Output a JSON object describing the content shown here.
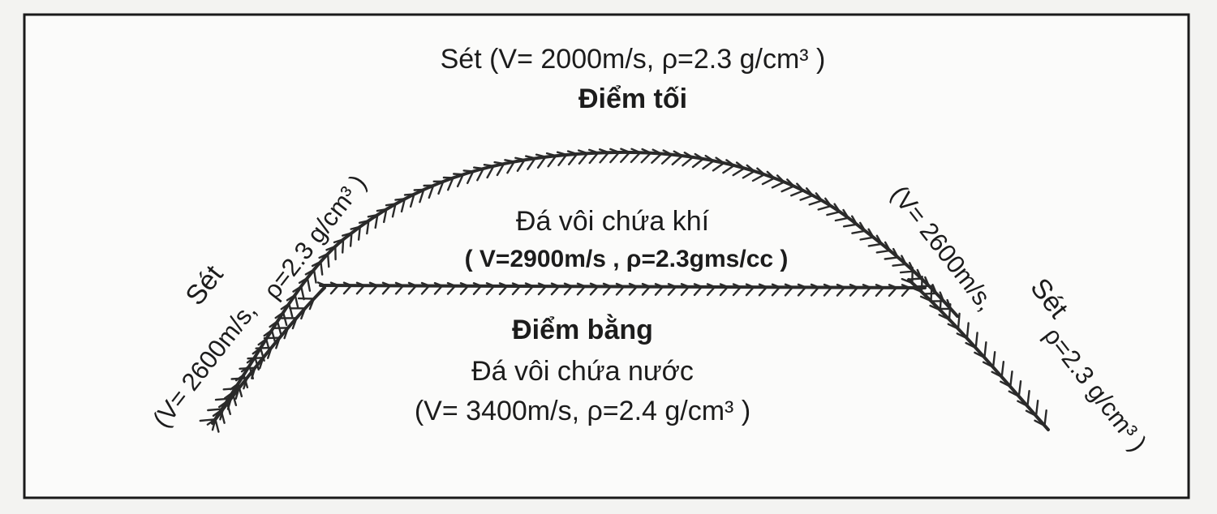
{
  "top_layer": {
    "label": "Sét (V= 2000m/s, ρ=2.3 g/cm³ )",
    "point": "Điểm tối"
  },
  "gas_limestone": {
    "name": "Đá vôi chứa khí",
    "props": "( V=2900m/s , ρ=2.3gms/cc )"
  },
  "water_limestone": {
    "point": "Điểm bằng",
    "name": "Đá vôi chứa nước",
    "props": "(V= 3400m/s, ρ=2.4 g/cm³ )"
  },
  "left_flank": {
    "name": "Sét",
    "props_line1": "ρ=2.3 g/cm³ )",
    "props_line2": "(V= 2600m/s,"
  },
  "right_flank": {
    "name": "Sét",
    "props_line1": "(V= 2600m/s,",
    "props_line2": "ρ=2.3 g/cm³ )"
  }
}
